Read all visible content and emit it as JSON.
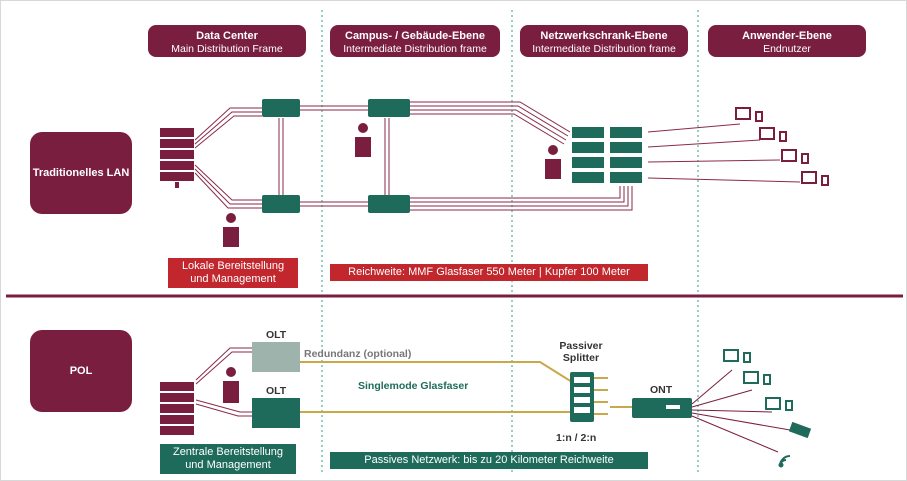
{
  "header": {
    "col1": {
      "title": "Data Center",
      "subtitle": "Main Distribution Frame"
    },
    "col2": {
      "title": "Campus- / Gebäude-Ebene",
      "subtitle": "Intermediate Distribution frame"
    },
    "col3": {
      "title": "Netzwerkschrank-Ebene",
      "subtitle": "Intermediate Distribution frame"
    },
    "col4": {
      "title": "Anwender-Ebene",
      "subtitle": "Endnutzer"
    }
  },
  "rows": {
    "lan": {
      "label": "Traditionelles LAN",
      "local_mgmt": "Lokale Bereitstellung\nund Management",
      "reach": "Reichweite: MMF Glasfaser 550 Meter | Kupfer 100 Meter"
    },
    "pol": {
      "label": "POL",
      "olt_top": "OLT",
      "olt_bottom": "OLT",
      "redundancy": "Redundanz (optional)",
      "fiber": "Singlemode Glasfaser",
      "splitter": "Passiver\nSplitter",
      "ratio": "1:n / 2:n",
      "ont": "ONT",
      "central_mgmt": "Zentrale Bereitstellung\nund Management",
      "passive_net": "Passives Netzwerk: bis zu 20  Kilometer Reichweite"
    }
  },
  "colors": {
    "maroon": "#7a1e3f",
    "red": "#c1272d",
    "green": "#1e6b5c",
    "fiber": "#c8a84a",
    "divider": "#2a9d8f"
  }
}
